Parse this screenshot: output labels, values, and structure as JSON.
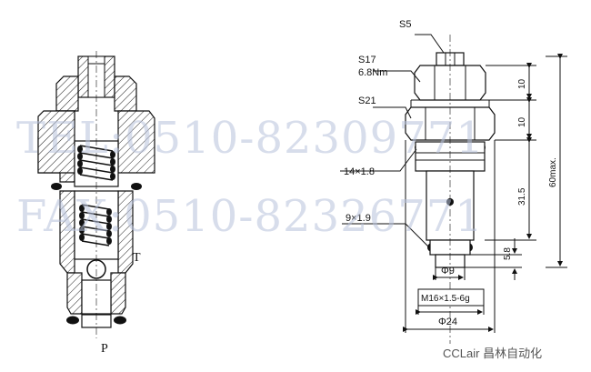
{
  "section_view": {
    "port_t": "T",
    "port_p": "P"
  },
  "outline_view": {
    "s5": "S5",
    "s17": "S17",
    "torque": "6.8Nm",
    "s21": "S21",
    "oring_upper": "14×1.8",
    "oring_lower": "9×1.9",
    "dim_10_top": "10",
    "dim_10_mid": "10",
    "dim_31_5": "31.5",
    "dim_60max": "60max.",
    "dim_5_8": "5.8",
    "phi9": "Φ9",
    "thread": "M16×1.5-6g",
    "phi24": "Φ24"
  },
  "watermark": {
    "tel": "TEL:0510-82309771",
    "fax": "FAX:0510-82326771"
  },
  "brand": "CCLair 昌林自动化"
}
